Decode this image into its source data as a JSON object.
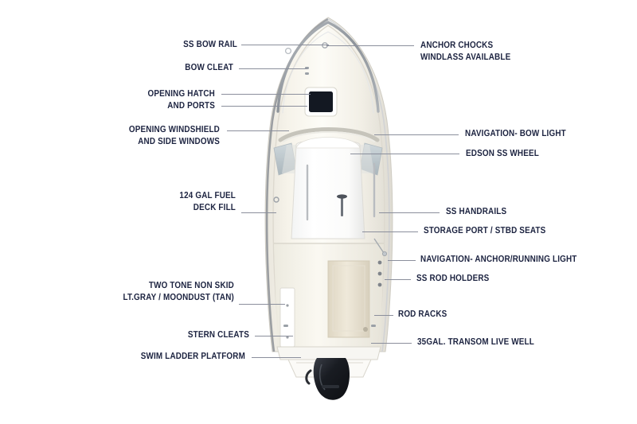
{
  "diagram": {
    "title": "Boat Features Callout Diagram",
    "subject": "center console boat top-down view",
    "background_color": "#ffffff",
    "label_color": "#1c2340",
    "leader_color": "#8b8f9c"
  },
  "labels": {
    "left": [
      {
        "id": "ss-bow-rail",
        "lines": [
          "SS  BOW RAIL"
        ]
      },
      {
        "id": "bow-cleat",
        "lines": [
          "BOW CLEAT"
        ]
      },
      {
        "id": "opening-hatch",
        "lines": [
          "OPENING HATCH",
          "AND PORTS"
        ]
      },
      {
        "id": "opening-windshield",
        "lines": [
          "OPENING WINDSHIELD",
          "AND SIDE WINDOWS"
        ]
      },
      {
        "id": "fuel-deck-fill",
        "lines": [
          "124 GAL FUEL",
          "DECK FILL"
        ]
      },
      {
        "id": "two-tone-non-skid",
        "lines": [
          "TWO TONE NON SKID",
          "LT.GRAY / MOONDUST (TAN)"
        ]
      },
      {
        "id": "stern-cleats",
        "lines": [
          "STERN CLEATS"
        ]
      },
      {
        "id": "swim-ladder",
        "lines": [
          "SWIM LADDER PLATFORM"
        ]
      }
    ],
    "right": [
      {
        "id": "anchor-chocks",
        "lines": [
          "ANCHOR CHOCKS",
          "WINDLASS AVAILABLE"
        ]
      },
      {
        "id": "navigation-bow-light",
        "lines": [
          "NAVIGATION- BOW LIGHT"
        ]
      },
      {
        "id": "edson-ss-wheel",
        "lines": [
          "EDSON SS WHEEL"
        ]
      },
      {
        "id": "ss-handrails",
        "lines": [
          "SS HANDRAILS"
        ]
      },
      {
        "id": "storage-port-stbd",
        "lines": [
          "STORAGE PORT / STBD SEATS"
        ]
      },
      {
        "id": "nav-anchor-running",
        "lines": [
          "NAVIGATION- ANCHOR/RUNNING LIGHT"
        ]
      },
      {
        "id": "ss-rod-holders",
        "lines": [
          "SS ROD HOLDERS"
        ]
      },
      {
        "id": "rod-racks",
        "lines": [
          "ROD RACKS"
        ]
      },
      {
        "id": "transom-live-well",
        "lines": [
          "35GAL. TRANSOM LIVE WELL"
        ]
      }
    ]
  },
  "boat": {
    "hull_color": "#fdfdfb",
    "deck_color": "#f4f1e8",
    "rail_color": "#9aa0a8",
    "hatch_color": "#131822",
    "livewell_color": "#e8e1cf",
    "motor_color": "#1b1d23",
    "console_color": "#ffffff",
    "window_color": "#c9d2d6"
  }
}
